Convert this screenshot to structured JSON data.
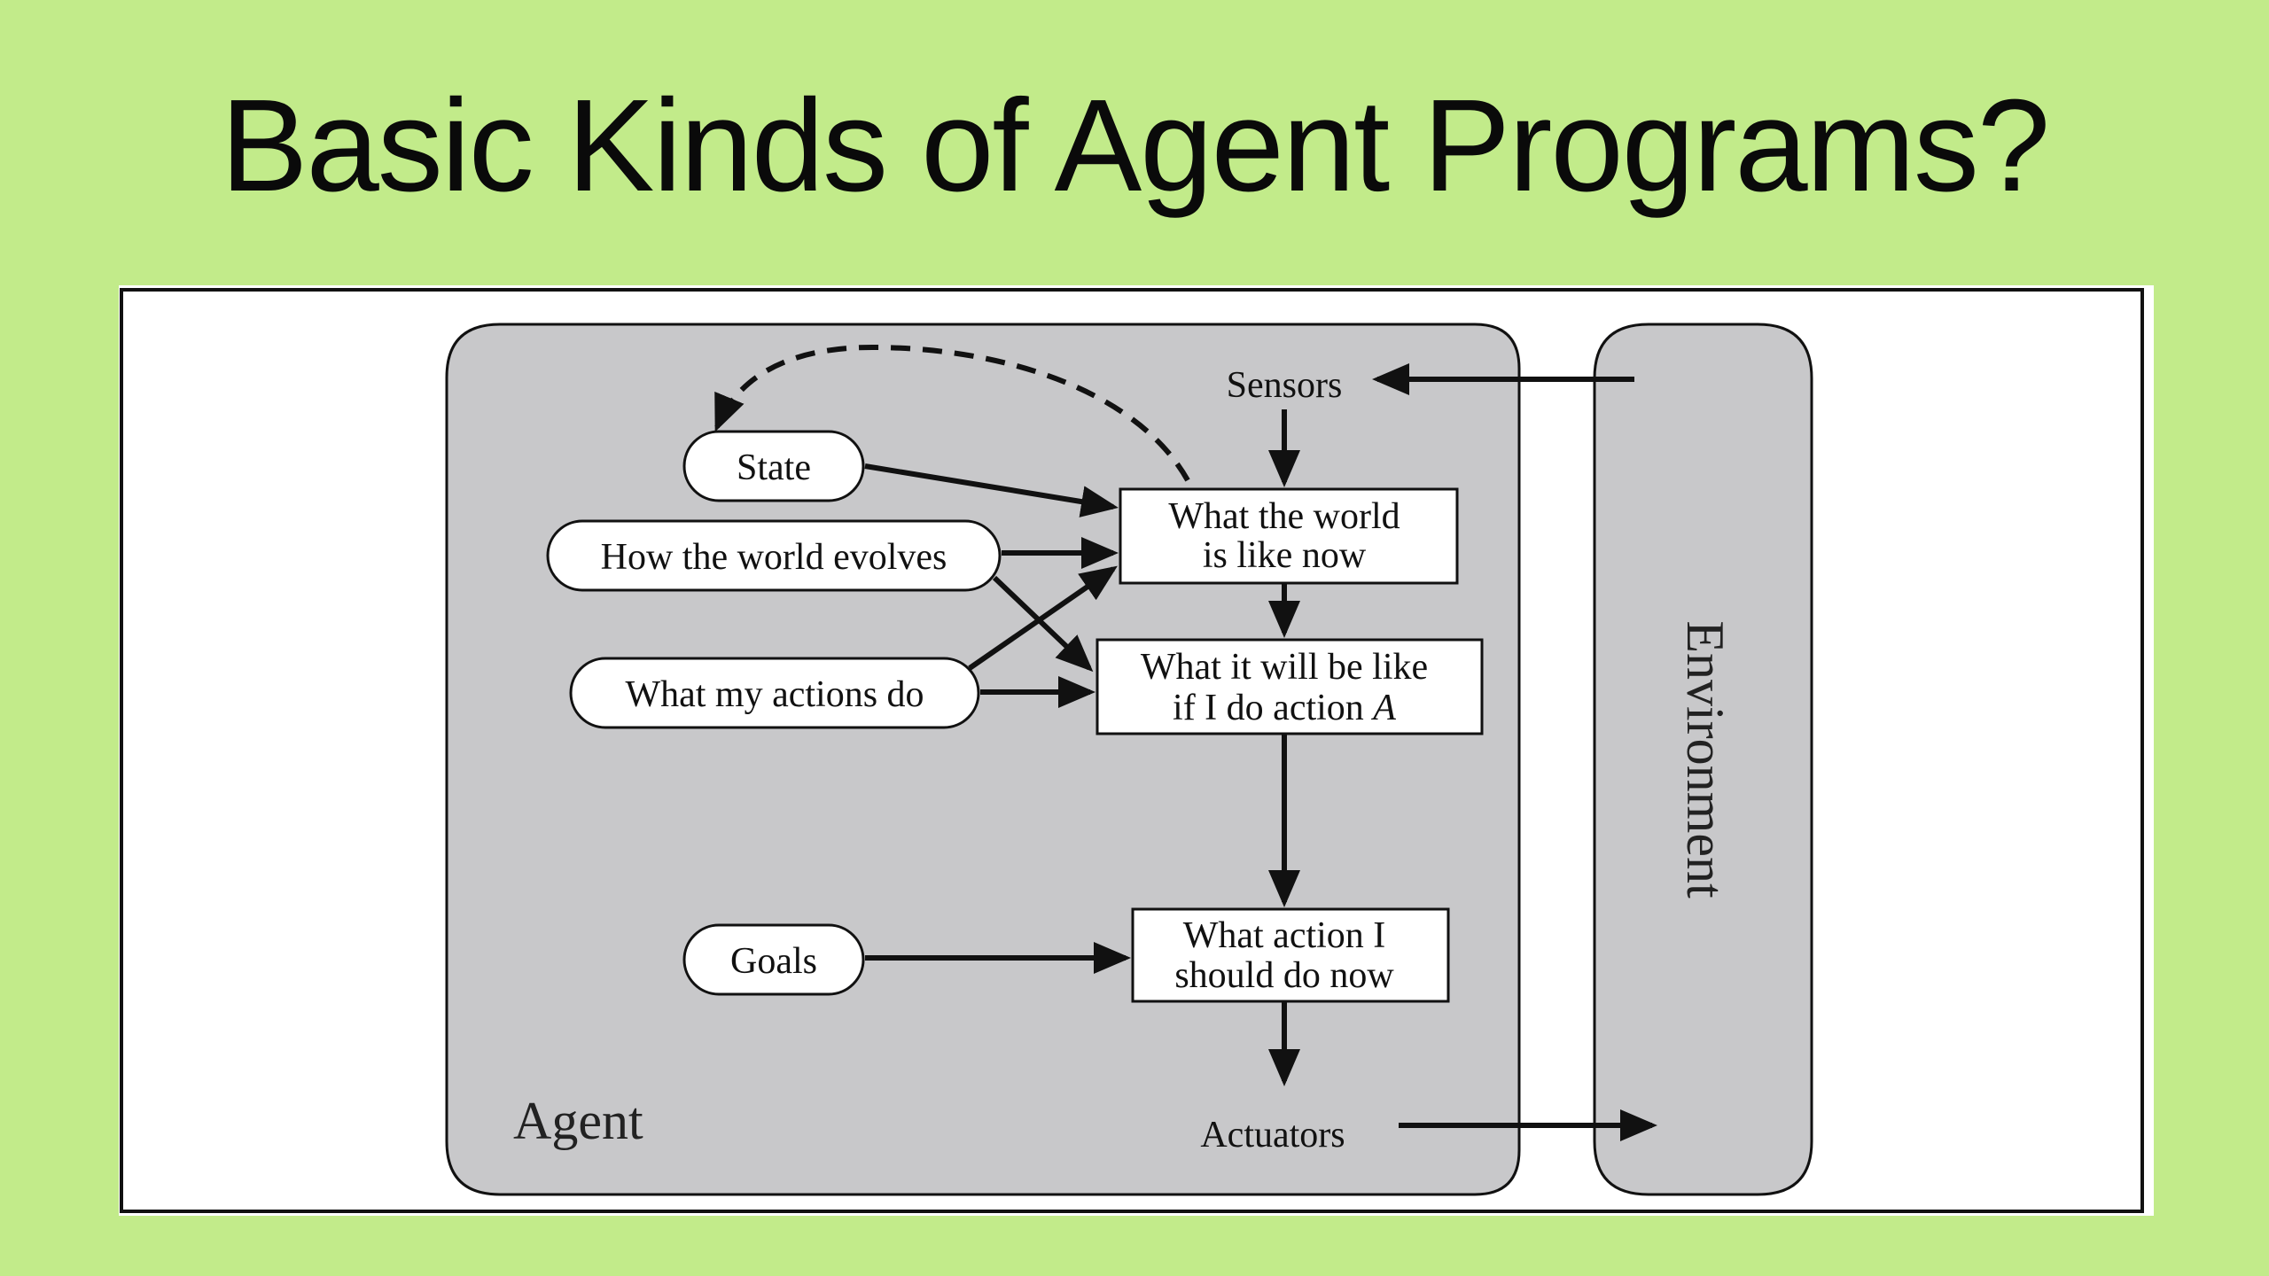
{
  "slide": {
    "title": "Basic Kinds of Agent Programs?",
    "background_color": "#c2eb8a"
  },
  "diagram": {
    "agent_label": "Agent",
    "environment_label": "Environment",
    "sensors_label": "Sensors",
    "actuators_label": "Actuators",
    "ovals": {
      "state": "State",
      "how_world_evolves": "How the world evolves",
      "what_my_actions_do": "What my actions do",
      "goals": "Goals"
    },
    "boxes": {
      "world_now": {
        "line1": "What the world",
        "line2": "is like now"
      },
      "will_be_like": {
        "line1": "What it will be like",
        "line2_prefix": "if I do action ",
        "line2_var": "A"
      },
      "action_now": {
        "line1": "What action I",
        "line2": "should do now"
      }
    },
    "colors": {
      "agent_fill": "#c8c8ca",
      "environment_fill": "#c8c8ca",
      "stroke": "#111111"
    }
  }
}
